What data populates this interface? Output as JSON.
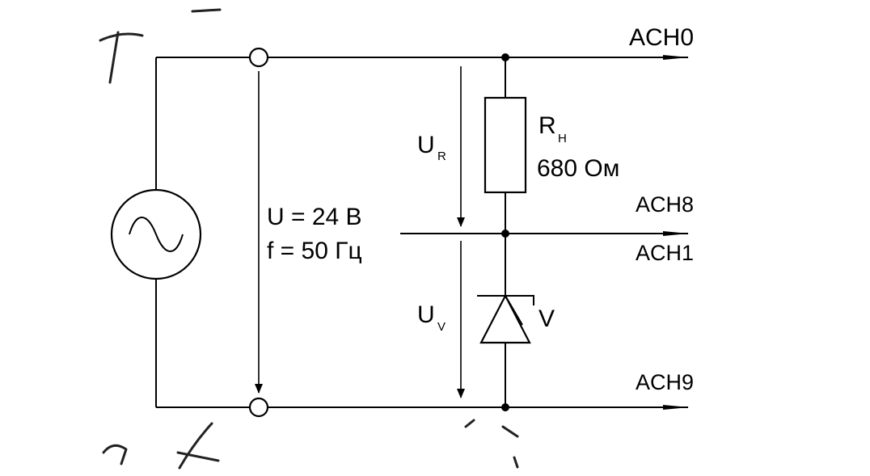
{
  "voltage_label": "U = 24 В",
  "frequency_label": "f = 50 Гц",
  "resistor": {
    "symbol": "R",
    "subscript": "Н",
    "value": "680 Ом"
  },
  "diode": {
    "label": "V"
  },
  "ur": {
    "symbol": "U",
    "subscript": "R"
  },
  "uv": {
    "symbol": "U",
    "subscript": "V"
  },
  "channels": {
    "top": "ACH0",
    "mid_upper": "ACH8",
    "mid_lower": "ACH1",
    "bottom": "ACH9"
  },
  "source_icon": "ac-source-icon"
}
